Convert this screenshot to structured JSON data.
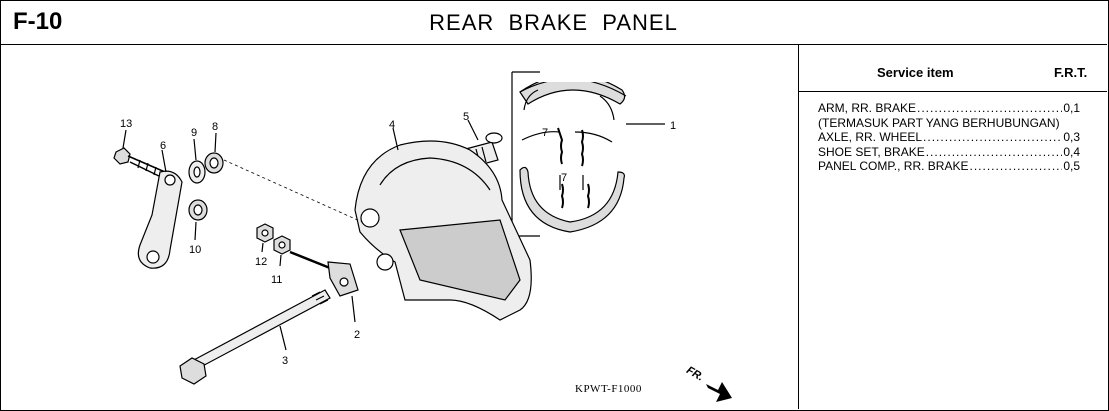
{
  "header": {
    "code": "F-10",
    "title": "REAR  BRAKE  PANEL"
  },
  "service": {
    "heading": "Service item",
    "frt_heading": "F.R.T.",
    "items": [
      {
        "name": "ARM, RR. BRAKE",
        "value": "0,1"
      },
      {
        "note": "(TERMASUK PART YANG BERHUBUNGAN)"
      },
      {
        "name": "AXLE, RR. WHEEL",
        "value": "0,3"
      },
      {
        "name": "SHOE SET, BRAKE",
        "value": "0,4"
      },
      {
        "name": "PANEL COMP., RR. BRAKE",
        "value": "0,5"
      }
    ]
  },
  "diagram": {
    "callouts": [
      "1",
      "2",
      "3",
      "4",
      "5",
      "6",
      "7",
      "7",
      "8",
      "9",
      "10",
      "11",
      "12",
      "13"
    ],
    "drawing_code": "KPWT-F1000",
    "direction_label": "FR."
  }
}
